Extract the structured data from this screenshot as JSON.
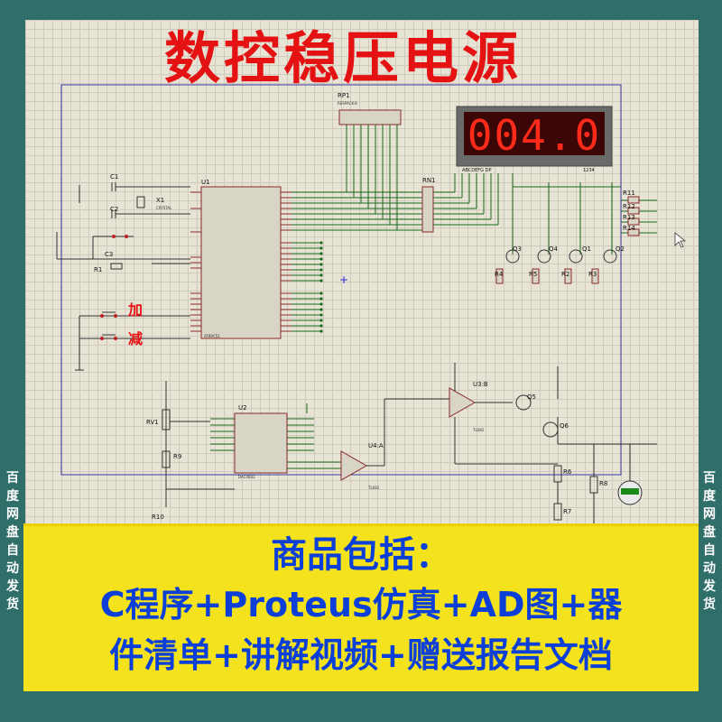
{
  "title": "数控稳压电源",
  "seven_segment": {
    "display": "004.0",
    "left_caption": "ABCDEFG DP",
    "right_caption": "1234"
  },
  "buttons": {
    "add": "加",
    "sub": "减"
  },
  "components": {
    "rp1": "RP1",
    "rp1_sub": "RESPACK-8",
    "rn1": "RN1",
    "u1": "U1",
    "u1_part": "AT89C51",
    "u2": "U2",
    "u2_part": "DAC0832",
    "u3b": "U3:B",
    "u3b_part": "TL082",
    "u4a": "U4:A",
    "u4a_part": "TL082",
    "x1": "X1",
    "x1_part": "CRYSTAL",
    "c1": "C1",
    "c2": "C2",
    "c3": "C3",
    "r1": "R1",
    "r2": "R2",
    "r3": "R3",
    "r4": "R4",
    "r5": "R5",
    "r6": "R6",
    "r7": "R7",
    "r8": "R8",
    "r9": "R9",
    "r10": "R10",
    "r11": "R11",
    "r12": "R12",
    "r13": "R13",
    "r14": "R14",
    "q1": "Q1",
    "q2": "Q2",
    "q3": "Q3",
    "q4": "Q4",
    "q5": "Q5",
    "q6": "Q6",
    "rv1": "RV1"
  },
  "side_left": "百度网盘自动发货",
  "side_right": "百度网盘自动发货",
  "banner": {
    "line1": "商品包括：",
    "line2": "C程序+Proteus仿真+AD图+器",
    "line3": "件清单+讲解视频+赠送报告文档"
  },
  "colors": {
    "title": "#e41212",
    "banner_bg": "#f4e31c",
    "banner_text": "#0c3fd8",
    "frame": "#2f6e69",
    "segment": "#ff2a1a"
  }
}
